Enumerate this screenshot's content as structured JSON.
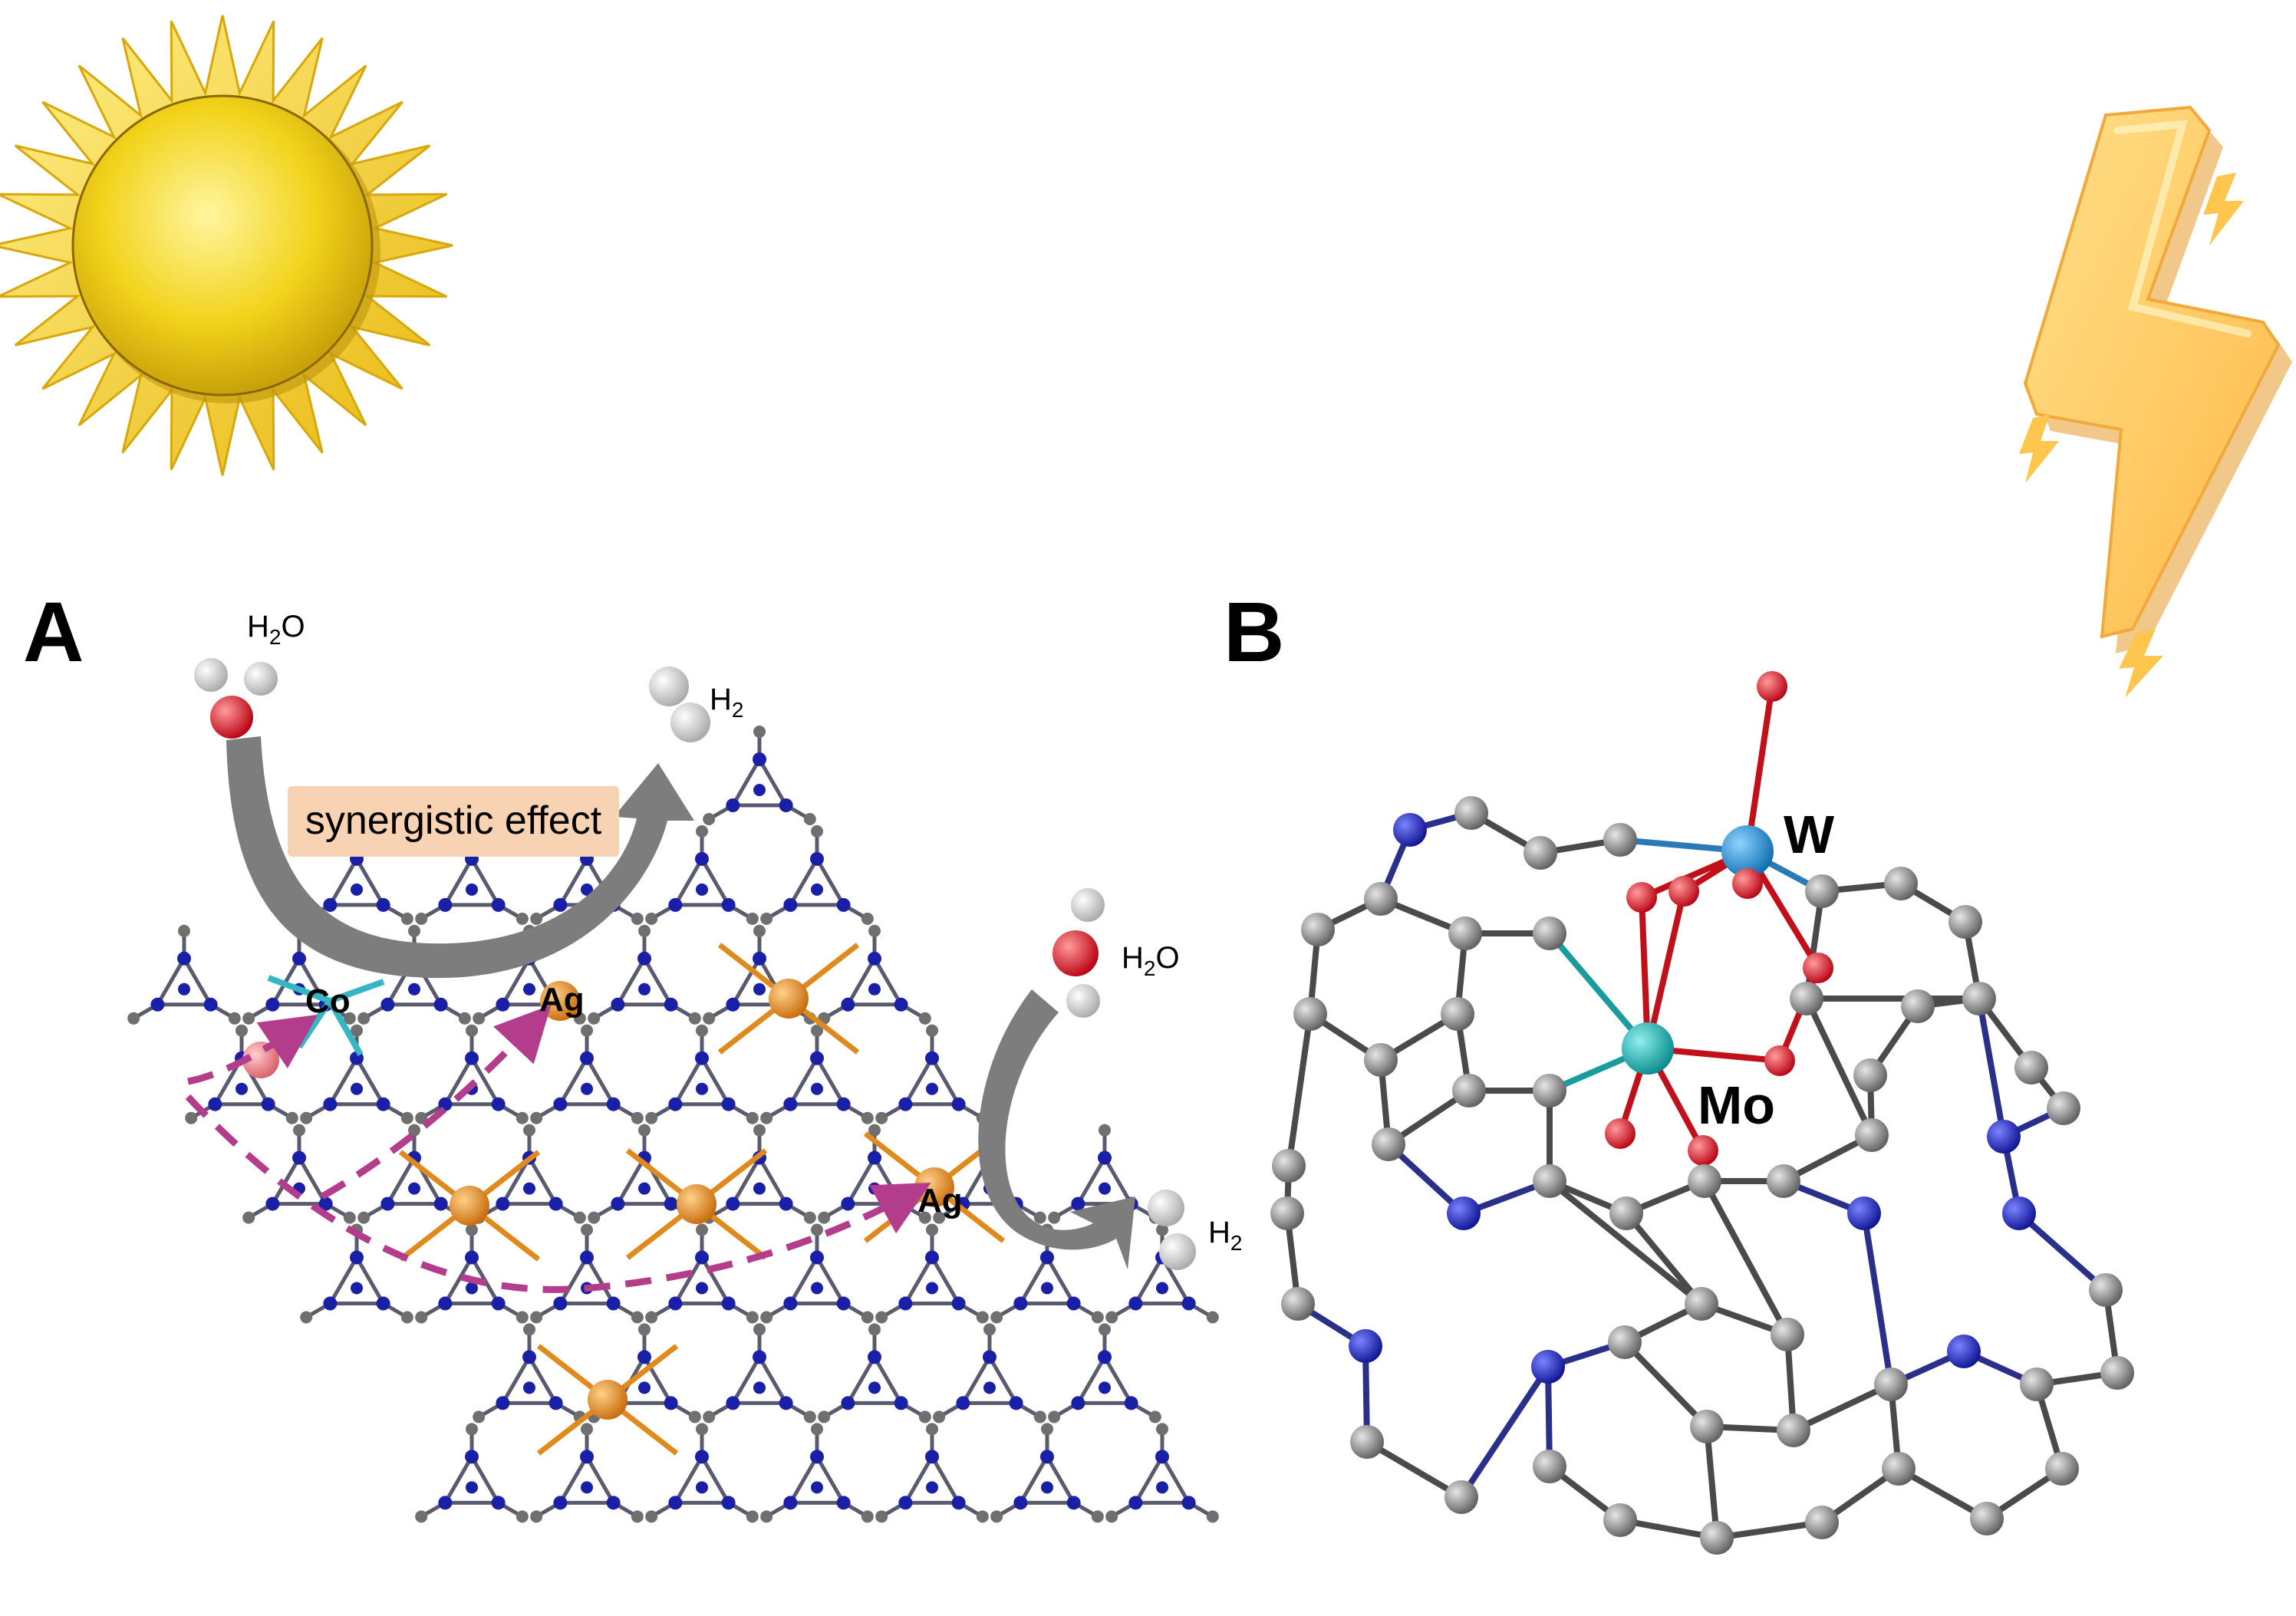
{
  "panels": {
    "a": {
      "label": "A"
    },
    "b": {
      "label": "B"
    }
  },
  "panel_a": {
    "water_top": {
      "formula": "H",
      "sub": "2",
      "tail": "O"
    },
    "h2_top": {
      "formula": "H",
      "sub": "2"
    },
    "banner": "synergistic effect",
    "water_right": {
      "formula": "H",
      "sub": "2",
      "tail": "O"
    },
    "h2_right": {
      "formula": "H",
      "sub": "2"
    },
    "atoms": {
      "co": "Co",
      "ag1": "Ag",
      "ag2": "Ag"
    }
  },
  "panel_b": {
    "atoms": {
      "w": "W",
      "mo": "Mo"
    }
  },
  "icons": [
    "sun-icon",
    "lightning-bolt-icon"
  ],
  "colors": {
    "nitrogen": "#1a1fa8",
    "carbon": "#7a7a7a",
    "silver": "#e08a1e",
    "cobalt": "#35b6c4",
    "oxygen": "#e0141e",
    "tungsten": "#2a8fd0",
    "molybdenum": "#18a6a8",
    "electron_path": "#b43c8c",
    "arrow": "#7d7d7d",
    "banner": "#f8d3b3",
    "sun": "#f4d41e",
    "bolt": "#ffcb5c"
  }
}
